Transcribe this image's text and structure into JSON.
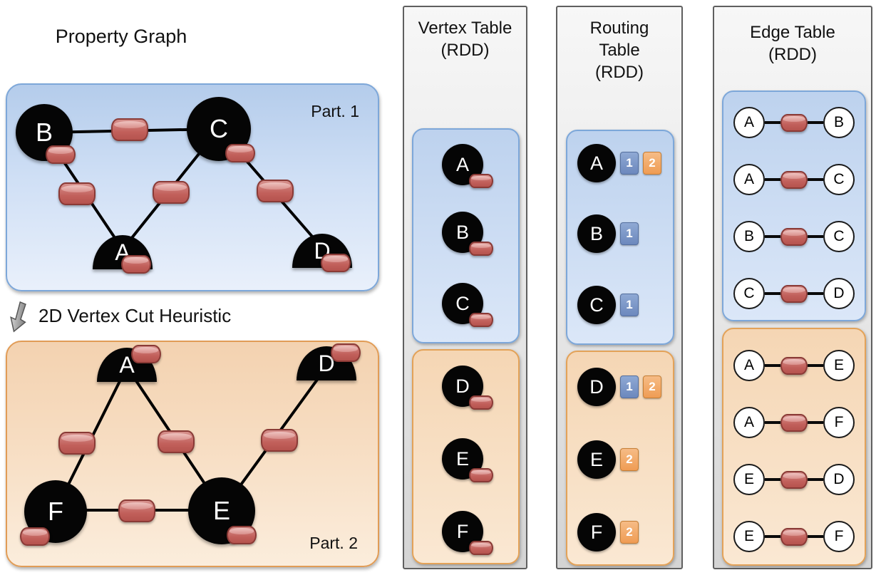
{
  "property_graph": {
    "title": "Property Graph",
    "part1_label": "Part. 1",
    "part2_label": "Part. 2",
    "part1_nodes": [
      "B",
      "C",
      "A",
      "D"
    ],
    "part2_nodes": [
      "A",
      "D",
      "F",
      "E"
    ],
    "part1_edges": [
      "B-C",
      "B-A",
      "C-A",
      "C-D"
    ],
    "part2_edges": [
      "A-F",
      "A-E",
      "F-E",
      "E-D"
    ],
    "cut_label": "2D Vertex Cut Heuristic"
  },
  "vertex_table": {
    "title_lines": [
      "Vertex Table",
      "(RDD)"
    ],
    "part1": [
      "A",
      "B",
      "C"
    ],
    "part2": [
      "D",
      "E",
      "F"
    ]
  },
  "routing_table": {
    "title_lines": [
      "Routing",
      "Table",
      "(RDD)"
    ],
    "part1": [
      {
        "vertex": "A",
        "partitions": [
          "1",
          "2"
        ]
      },
      {
        "vertex": "B",
        "partitions": [
          "1"
        ]
      },
      {
        "vertex": "C",
        "partitions": [
          "1"
        ]
      }
    ],
    "part2": [
      {
        "vertex": "D",
        "partitions": [
          "1",
          "2"
        ]
      },
      {
        "vertex": "E",
        "partitions": [
          "2"
        ]
      },
      {
        "vertex": "F",
        "partitions": [
          "2"
        ]
      }
    ]
  },
  "edge_table": {
    "title_lines": [
      "Edge Table",
      "(RDD)"
    ],
    "part1": [
      {
        "src": "A",
        "dst": "B"
      },
      {
        "src": "A",
        "dst": "C"
      },
      {
        "src": "B",
        "dst": "C"
      },
      {
        "src": "C",
        "dst": "D"
      }
    ],
    "part2": [
      {
        "src": "A",
        "dst": "E"
      },
      {
        "src": "A",
        "dst": "F"
      },
      {
        "src": "E",
        "dst": "D"
      },
      {
        "src": "E",
        "dst": "F"
      }
    ]
  },
  "colors": {
    "partition1_fill": "#c7daf3",
    "partition1_border": "#7da7d9",
    "partition2_fill": "#f7dcc0",
    "partition2_border": "#e19c56",
    "vertex_fill": "#000000",
    "property_cylinder": "#c0504d",
    "badge_partition1": "#7b97c9",
    "badge_partition2": "#f2a55f",
    "table_panel_fill": "#e8e8e8",
    "table_panel_border": "#595959"
  }
}
